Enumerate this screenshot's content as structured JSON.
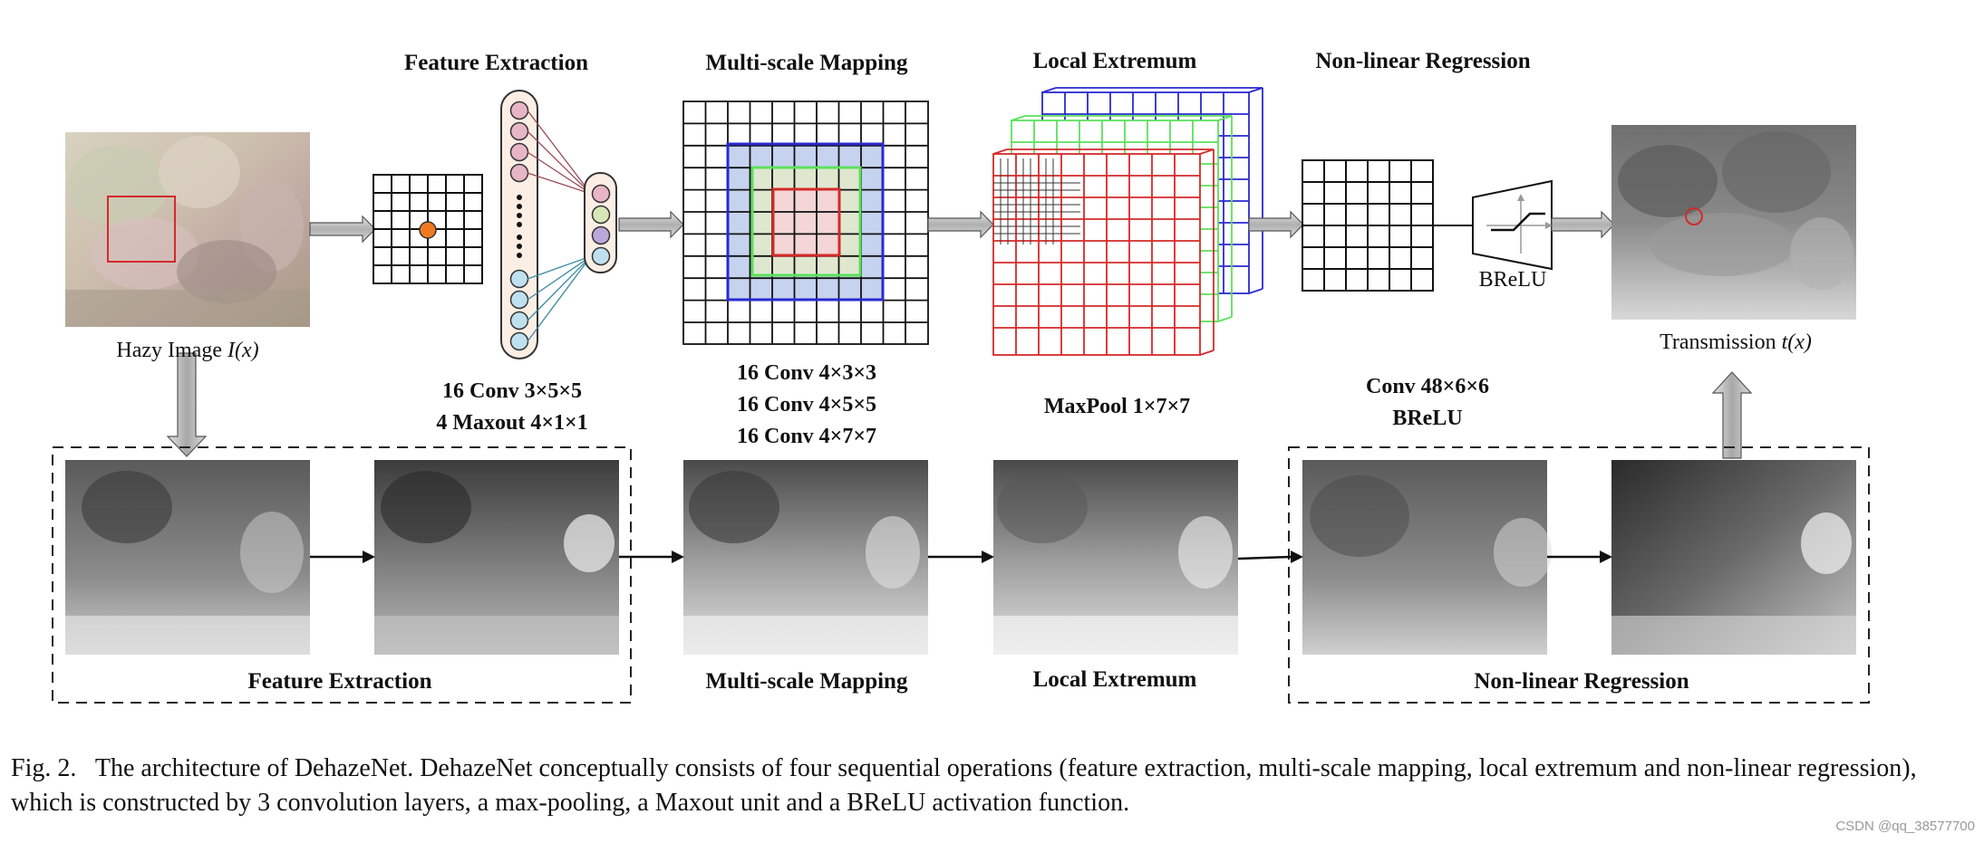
{
  "figure": {
    "top_titles": {
      "feature_extraction": "Feature Extraction",
      "multi_scale_mapping": "Multi-scale Mapping",
      "local_extremum": "Local Extremum",
      "non_linear_regression": "Non-linear Regression"
    },
    "hazy_image_label": "Hazy Image",
    "hazy_image_symbol": "I(x)",
    "transmission_label": "Transmission",
    "transmission_symbol": "t(x)",
    "brelu_label": "BReLU",
    "layer_configs": {
      "feature_extraction": [
        "16 Conv 3×5×5",
        "4 Maxout 4×1×1"
      ],
      "multi_scale_mapping": [
        "16 Conv 4×3×3",
        "16 Conv 4×5×5",
        "16 Conv 4×7×7"
      ],
      "local_extremum": [
        "MaxPool 1×7×7"
      ],
      "non_linear_regression": [
        "Conv 48×6×6",
        "BReLU"
      ]
    },
    "bottom_titles": {
      "feature_extraction": "Feature Extraction",
      "multi_scale_mapping": "Multi-scale Mapping",
      "local_extremum": "Local Extremum",
      "non_linear_regression": "Non-linear Regression"
    },
    "colors": {
      "red": "#d42a2a",
      "green": "#5ce05c",
      "blue": "#2a2ad0",
      "orange": "#f07a20",
      "neuron_pink": "#e7b6c6",
      "neuron_blue": "#bfe0ef",
      "arrow_gray": "#b8b8b8"
    }
  },
  "caption": {
    "prefix": "Fig. 2.",
    "text": "The architecture of DehazeNet. DehazeNet conceptually consists of four sequential operations (feature extraction, multi-scale mapping, local extremum and non-linear regression), which is constructed by 3 convolution layers, a max-pooling, a Maxout unit and a BReLU activation function."
  },
  "watermark": "CSDN @qq_38577700"
}
